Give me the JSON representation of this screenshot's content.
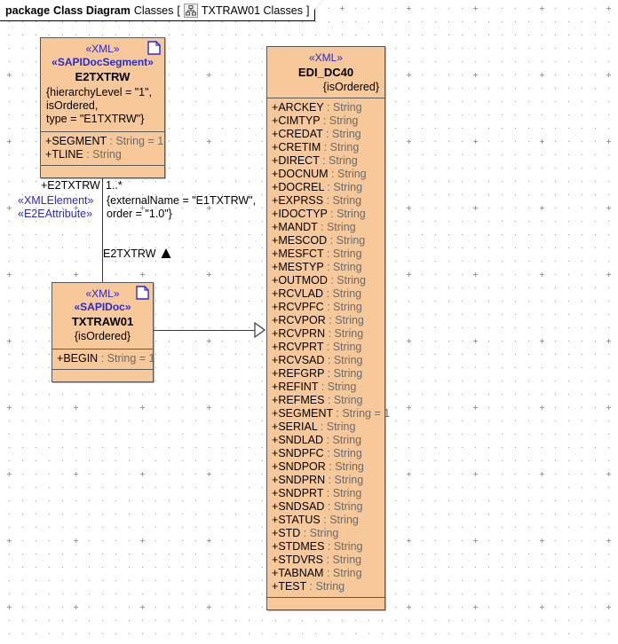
{
  "header": {
    "keyword": "package",
    "kind": "Class Diagram",
    "package_name": "Classes",
    "bracket_open": "[",
    "diagram_icon": "hierarchy-icon",
    "diagram_name": "TXTRAW01 Classes",
    "bracket_close": "]"
  },
  "theme": {
    "class_fill": "#f7c89a",
    "class_border": "#5a5a5a",
    "stereotype_color": "#2a2ad0",
    "type_color": "#6b6b6b",
    "text_color": "#000000",
    "canvas_bg": "#ffffff",
    "grid_dot": "#9a9a9a"
  },
  "classes": [
    {
      "id": "e2txtrw",
      "stereotypes": [
        "«XML»",
        "«SAPIDocSegment»"
      ],
      "name": "E2TXTRW",
      "constraints": [
        "{hierarchyLevel = \"1\",",
        "isOrdered,",
        "type = \"E1TXTRW\"}"
      ],
      "note_icon": "document-icon",
      "attributes": [
        {
          "visibility": "+",
          "name": "SEGMENT",
          "type": "String",
          "default": "1"
        },
        {
          "visibility": "+",
          "name": "TLINE",
          "type": "String",
          "default": ""
        }
      ],
      "has_empty_compartment": true
    },
    {
      "id": "txtraw01",
      "stereotypes": [
        "«XML»",
        "«SAPIDoc»"
      ],
      "name": "TXTRAW01",
      "constraints": [
        "{isOrdered}"
      ],
      "note_icon": "document-icon",
      "attributes": [
        {
          "visibility": "+",
          "name": "BEGIN",
          "type": "String",
          "default": "1"
        }
      ],
      "has_empty_compartment": true
    },
    {
      "id": "edi_dc40",
      "stereotypes": [
        "«XML»"
      ],
      "name": "EDI_DC40",
      "constraints": [
        "{isOrdered}"
      ],
      "note_icon": "",
      "attributes": [
        {
          "visibility": "+",
          "name": "ARCKEY",
          "type": "String",
          "default": ""
        },
        {
          "visibility": "+",
          "name": "CIMTYP",
          "type": "String",
          "default": ""
        },
        {
          "visibility": "+",
          "name": "CREDAT",
          "type": "String",
          "default": ""
        },
        {
          "visibility": "+",
          "name": "CRETIM",
          "type": "String",
          "default": ""
        },
        {
          "visibility": "+",
          "name": "DIRECT",
          "type": "String",
          "default": ""
        },
        {
          "visibility": "+",
          "name": "DOCNUM",
          "type": "String",
          "default": ""
        },
        {
          "visibility": "+",
          "name": "DOCREL",
          "type": "String",
          "default": ""
        },
        {
          "visibility": "+",
          "name": "EXPRSS",
          "type": "String",
          "default": ""
        },
        {
          "visibility": "+",
          "name": "IDOCTYP",
          "type": "String",
          "default": ""
        },
        {
          "visibility": "+",
          "name": "MANDT",
          "type": "String",
          "default": ""
        },
        {
          "visibility": "+",
          "name": "MESCOD",
          "type": "String",
          "default": ""
        },
        {
          "visibility": "+",
          "name": "MESFCT",
          "type": "String",
          "default": ""
        },
        {
          "visibility": "+",
          "name": "MESTYP",
          "type": "String",
          "default": ""
        },
        {
          "visibility": "+",
          "name": "OUTMOD",
          "type": "String",
          "default": ""
        },
        {
          "visibility": "+",
          "name": "RCVLAD",
          "type": "String",
          "default": ""
        },
        {
          "visibility": "+",
          "name": "RCVPFC",
          "type": "String",
          "default": ""
        },
        {
          "visibility": "+",
          "name": "RCVPOR",
          "type": "String",
          "default": ""
        },
        {
          "visibility": "+",
          "name": "RCVPRN",
          "type": "String",
          "default": ""
        },
        {
          "visibility": "+",
          "name": "RCVPRT",
          "type": "String",
          "default": ""
        },
        {
          "visibility": "+",
          "name": "RCVSAD",
          "type": "String",
          "default": ""
        },
        {
          "visibility": "+",
          "name": "REFGRP",
          "type": "String",
          "default": ""
        },
        {
          "visibility": "+",
          "name": "REFINT",
          "type": "String",
          "default": ""
        },
        {
          "visibility": "+",
          "name": "REFMES",
          "type": "String",
          "default": ""
        },
        {
          "visibility": "+",
          "name": "SEGMENT",
          "type": "String",
          "default": "1"
        },
        {
          "visibility": "+",
          "name": "SERIAL",
          "type": "String",
          "default": ""
        },
        {
          "visibility": "+",
          "name": "SNDLAD",
          "type": "String",
          "default": ""
        },
        {
          "visibility": "+",
          "name": "SNDPFC",
          "type": "String",
          "default": ""
        },
        {
          "visibility": "+",
          "name": "SNDPOR",
          "type": "String",
          "default": ""
        },
        {
          "visibility": "+",
          "name": "SNDPRN",
          "type": "String",
          "default": ""
        },
        {
          "visibility": "+",
          "name": "SNDPRT",
          "type": "String",
          "default": ""
        },
        {
          "visibility": "+",
          "name": "SNDSAD",
          "type": "String",
          "default": ""
        },
        {
          "visibility": "+",
          "name": "STATUS",
          "type": "String",
          "default": ""
        },
        {
          "visibility": "+",
          "name": "STD",
          "type": "String",
          "default": ""
        },
        {
          "visibility": "+",
          "name": "STDMES",
          "type": "String",
          "default": ""
        },
        {
          "visibility": "+",
          "name": "STDVRS",
          "type": "String",
          "default": ""
        },
        {
          "visibility": "+",
          "name": "TABNAM",
          "type": "String",
          "default": ""
        },
        {
          "visibility": "+",
          "name": "TEST",
          "type": "String",
          "default": ""
        }
      ],
      "has_empty_compartment": true
    }
  ],
  "connectors": {
    "composition": {
      "source": "TXTRAW01",
      "target": "E2TXTRW",
      "role_name": "+E2TXTRW",
      "multiplicity": "1..*",
      "stereotype_1": "«XMLElement»",
      "stereotype_2": "«E2EAttribute»",
      "constraint_line_1": "{externalName = \"E1TXTRW\",",
      "constraint_line_2": "order = \"1.0\"}",
      "label_name": "E2TXTRW",
      "direction_marker": "solid-up-triangle"
    },
    "generalization": {
      "source": "TXTRAW01",
      "target": "EDI_DC40",
      "arrow": "hollow-triangle-right"
    }
  }
}
